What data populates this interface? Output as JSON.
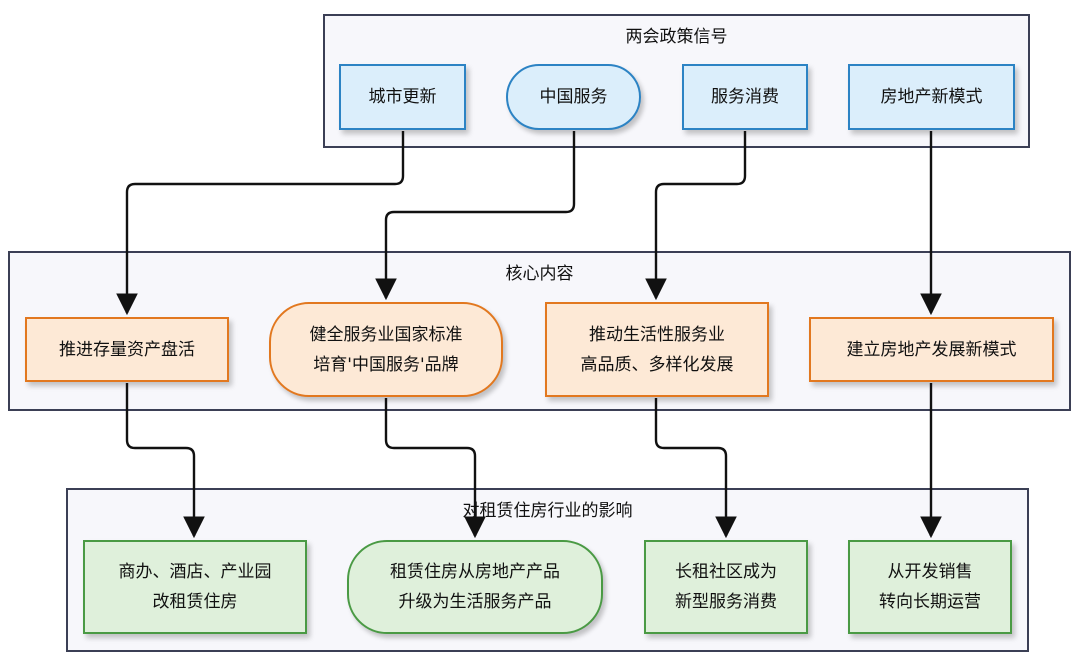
{
  "groups": {
    "signals": {
      "title": "两会政策信号"
    },
    "core": {
      "title": "核心内容"
    },
    "impact": {
      "title": "对租赁住房行业的影响"
    }
  },
  "nodes": {
    "urban_renewal": "城市更新",
    "china_service": "中国服务",
    "service_consumption": "服务消费",
    "new_re_model": "房地产新模式",
    "revitalize_assets": "推进存量资产盘活",
    "service_standard": "健全服务业国家标准\n培育'中国服务'品牌",
    "life_services": "推动生活性服务业\n高品质、多样化发展",
    "build_re_model": "建立房地产发展新模式",
    "convert_to_rental": "商办、酒店、产业园\n改租赁住房",
    "rental_upgrade": "租赁住房从房地产产品\n升级为生活服务产品",
    "long_term_community": "长租社区成为\n新型服务消费",
    "sales_to_operation": "从开发销售\n转向长期运营"
  },
  "colors": {
    "group_border": "#3b3f55",
    "group_fill": "#f7f7fb",
    "blue_fill": "#dbeefb",
    "blue_border": "#2c83c4",
    "orange_fill": "#fde9d6",
    "orange_border": "#e2781f",
    "green_fill": "#dff0db",
    "green_border": "#4a9a44",
    "arrow": "#111111"
  }
}
